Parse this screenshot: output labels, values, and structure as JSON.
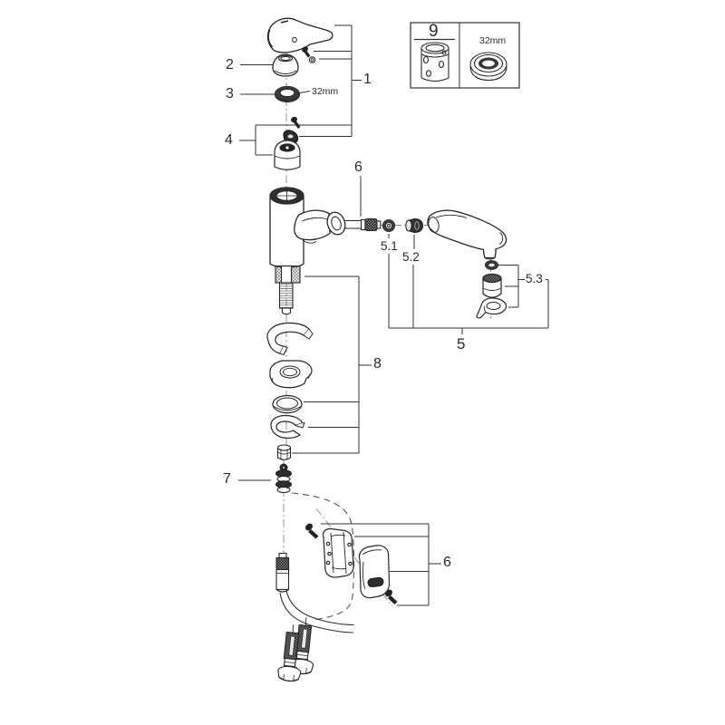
{
  "diagram": {
    "kind": "exploded-parts-diagram",
    "background_color": "#ffffff",
    "line_color": "#262626",
    "label_color": "#2b2b2b"
  },
  "labels": {
    "n1": "1",
    "n2": "2",
    "n3": "3",
    "n4": "4",
    "n5": "5",
    "n51": "5.1",
    "n52": "5.2",
    "n53": "5.3",
    "n6_top": "6",
    "n6_bottom": "6",
    "n7": "7",
    "n8": "8",
    "n9": "9",
    "size_ring": "32mm",
    "size_box": "32mm"
  }
}
